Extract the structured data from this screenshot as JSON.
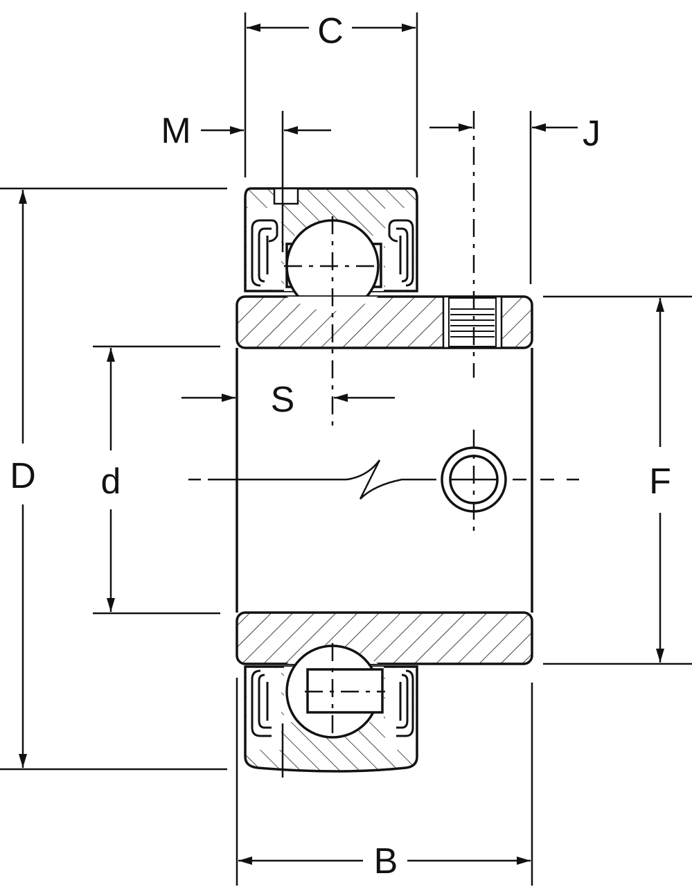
{
  "labels": {
    "C": "C",
    "M": "M",
    "J": "J",
    "S": "S",
    "D": "D",
    "d": "d",
    "F": "F",
    "B": "B"
  },
  "colors": {
    "line": "#111111",
    "background": "#ffffff"
  }
}
